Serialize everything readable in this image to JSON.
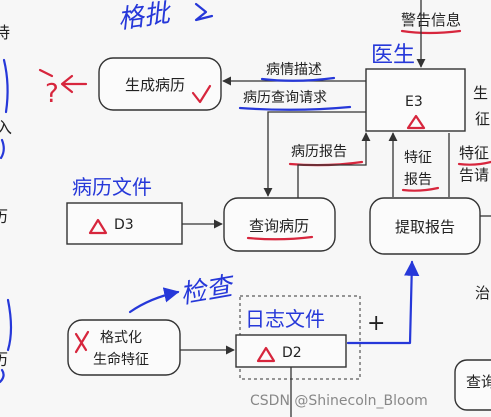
{
  "labels": {
    "alarm_info": "警告信息",
    "disease_desc": "病情描述",
    "history_query_req": "病历查询请求",
    "history_report": "病历报告",
    "feature_report_line1": "特征",
    "feature_report_line2": "报告",
    "right_partial_1": "生",
    "right_partial_2": "征",
    "right_partial_3": "特征",
    "right_partial_4": "告请",
    "right_partial_5": "治",
    "right_partial_6": "查询",
    "left_partial_1": "诗",
    "left_partial_2": "入",
    "left_partial_3": "历",
    "left_partial_4": "历"
  },
  "nodes": {
    "gen_history": "生成病历",
    "doctor_label": "E3",
    "query_history": "查询病历",
    "extract_report": "提取报告",
    "format_vitals_line1": "格式化",
    "format_vitals_line2": "生命特征",
    "store_d3_id": "D3",
    "store_d2_id": "D2"
  },
  "annotations": {
    "top_scribble": "格批",
    "doctor": "医生",
    "history_file": "病历文件",
    "log_file": "日志文件",
    "check": "检查",
    "question_mark": "?",
    "plus": "+"
  },
  "watermark": "CSDN @Shinecoln_Bloom"
}
